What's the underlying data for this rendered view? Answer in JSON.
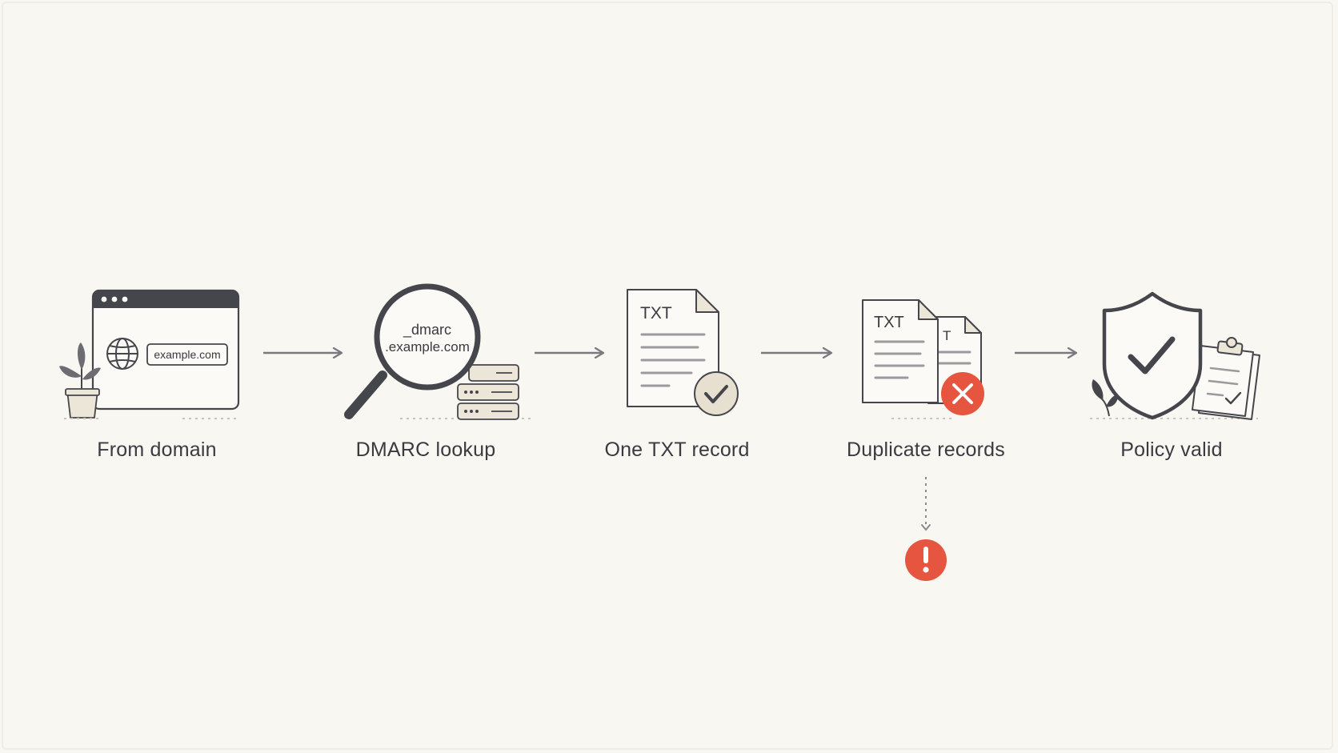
{
  "steps": [
    {
      "label": "From domain"
    },
    {
      "label": "DMARC lookup"
    },
    {
      "label": "One TXT record"
    },
    {
      "label": "Duplicate records"
    },
    {
      "label": "Policy valid"
    }
  ],
  "browser": {
    "url": "example.com"
  },
  "lookup": {
    "line1": "_dmarc",
    "line2": ".example.com"
  },
  "doc": {
    "type": "TXT"
  },
  "duplicate": {
    "type_front": "TXT",
    "type_back": "T"
  },
  "colors": {
    "background": "#f9f7f1",
    "ink": "#3f3f46",
    "arrow": "#7a7a7e",
    "error": "#e5553f",
    "success_badge": "#e7e0d0"
  },
  "icons": [
    "browser-window-icon",
    "globe-icon",
    "plant-icon",
    "magnifier-icon",
    "server-stack-icon",
    "document-icon",
    "check-badge-icon",
    "duplicate-documents-icon",
    "error-x-badge-icon",
    "shield-check-icon",
    "clipboard-check-icon",
    "alert-exclamation-icon"
  ]
}
